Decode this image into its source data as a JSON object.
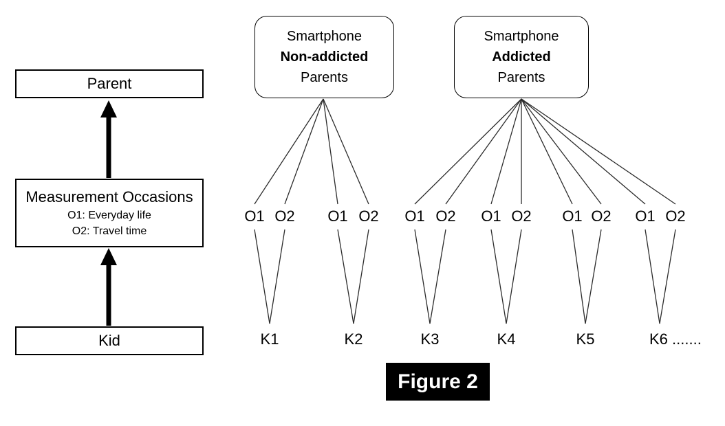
{
  "figure": {
    "caption": "Figure 2",
    "left_panel": {
      "parent_label": "Parent",
      "measurement_box": {
        "title": "Measurement Occasions",
        "o1_desc": "O1: Everyday life",
        "o2_desc": "O2: Travel time"
      },
      "kid_label": "Kid"
    },
    "groups": {
      "non_addicted": {
        "line1": "Smartphone",
        "line2": "Non-addicted",
        "line3": "Parents"
      },
      "addicted": {
        "line1": "Smartphone",
        "line2": "Addicted",
        "line3": "Parents"
      }
    },
    "kids": [
      {
        "label": "K1",
        "o1": "O1",
        "o2": "O2"
      },
      {
        "label": "K2",
        "o1": "O1",
        "o2": "O2"
      },
      {
        "label": "K3",
        "o1": "O1",
        "o2": "O2"
      },
      {
        "label": "K4",
        "o1": "O1",
        "o2": "O2"
      },
      {
        "label": "K5",
        "o1": "O1",
        "o2": "O2"
      },
      {
        "label": "K6 .......",
        "o1": "O1",
        "o2": "O2"
      }
    ],
    "colors": {
      "line": "#2b2b2b",
      "box_border": "#000000",
      "caption_bg": "#000000",
      "caption_text": "#ffffff",
      "background": "#ffffff"
    }
  }
}
